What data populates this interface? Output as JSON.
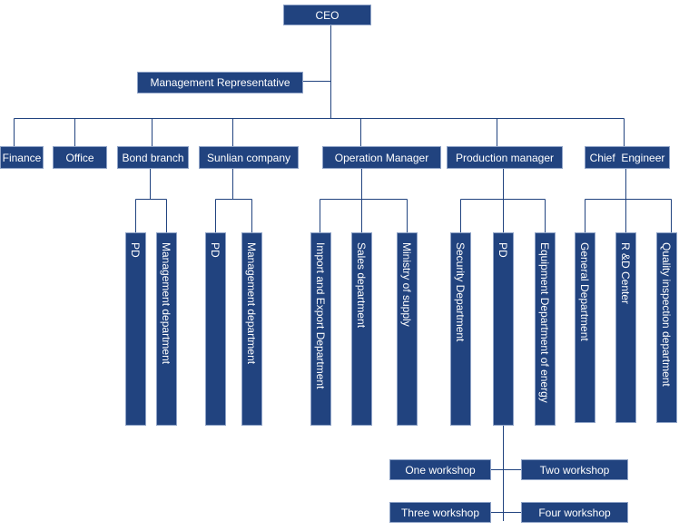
{
  "chart_data": {
    "type": "org-chart",
    "root": "CEO",
    "nodes": {
      "ceo": "CEO",
      "management_representative": "Management Representative",
      "finance": "Finance",
      "office": "Office",
      "bond_branch": "Bond branch",
      "sunlian_company": "Sunlian company",
      "operation_manager": "Operation Manager",
      "production_manager": "Production manager",
      "chief_engineer": "Chief  Engineer",
      "bond_pd": "PD",
      "bond_management_department": "Management department",
      "sunlian_pd": "PD",
      "sunlian_management_department": "Management department",
      "import_export_department": "Import and Export Department",
      "sales_department": "Sales department",
      "ministry_of_supply": "Ministry of supply",
      "security_department": "Security Department",
      "production_pd": "PD",
      "equipment_department_of_energy": "Equipment Department of energy",
      "general_department": "General Department",
      "rd_center": "R &D Center",
      "quality_inspection_department": "Quality inspection department",
      "one_workshop": "One workshop",
      "two_workshop": "Two workshop",
      "three_workshop": "Three workshop",
      "four_workshop": "Four workshop"
    },
    "edges": [
      [
        "ceo",
        "management_representative"
      ],
      [
        "ceo",
        "finance"
      ],
      [
        "ceo",
        "office"
      ],
      [
        "ceo",
        "bond_branch"
      ],
      [
        "ceo",
        "sunlian_company"
      ],
      [
        "ceo",
        "operation_manager"
      ],
      [
        "ceo",
        "production_manager"
      ],
      [
        "ceo",
        "chief_engineer"
      ],
      [
        "bond_branch",
        "bond_pd"
      ],
      [
        "bond_branch",
        "bond_management_department"
      ],
      [
        "sunlian_company",
        "sunlian_pd"
      ],
      [
        "sunlian_company",
        "sunlian_management_department"
      ],
      [
        "operation_manager",
        "import_export_department"
      ],
      [
        "operation_manager",
        "sales_department"
      ],
      [
        "operation_manager",
        "ministry_of_supply"
      ],
      [
        "production_manager",
        "security_department"
      ],
      [
        "production_manager",
        "production_pd"
      ],
      [
        "production_manager",
        "equipment_department_of_energy"
      ],
      [
        "chief_engineer",
        "general_department"
      ],
      [
        "chief_engineer",
        "rd_center"
      ],
      [
        "chief_engineer",
        "quality_inspection_department"
      ],
      [
        "production_pd",
        "one_workshop"
      ],
      [
        "production_pd",
        "two_workshop"
      ],
      [
        "production_pd",
        "three_workshop"
      ],
      [
        "production_pd",
        "four_workshop"
      ]
    ]
  },
  "colors": {
    "box_fill": "#21437f",
    "box_border": "#8fa3c7",
    "box_text": "#ffffff",
    "connector": "#21437f"
  }
}
